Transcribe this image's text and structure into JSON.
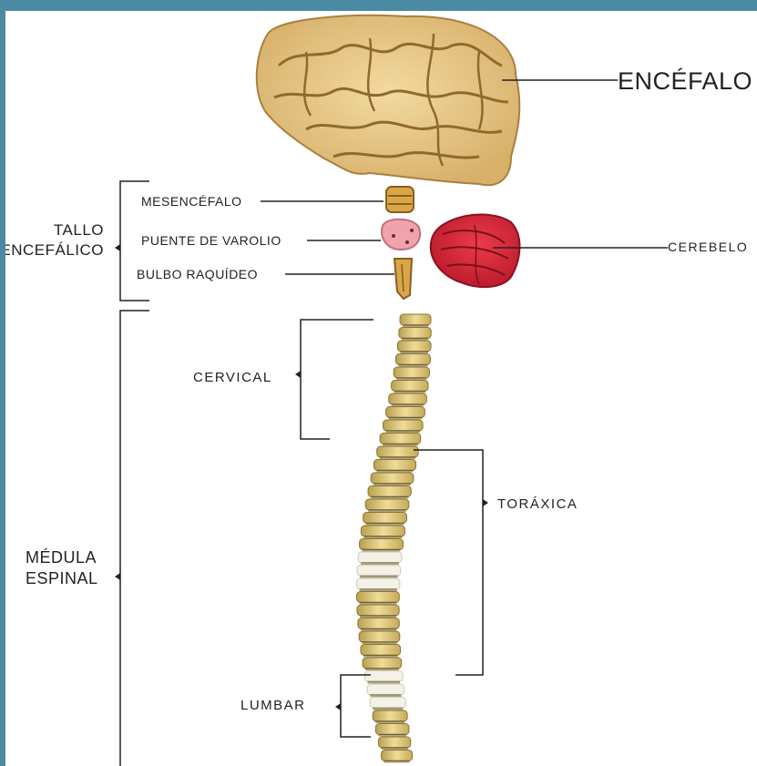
{
  "labels": {
    "encefalo": "ENCÉFALO",
    "tallo_line1": "TALLO",
    "tallo_line2": "ENCEFÁLICO",
    "mesencefalo": "MESENCÉFALO",
    "puente": "PUENTE DE VAROLIO",
    "bulbo": "BULBO RAQUÍDEO",
    "cerebelo": "CEREBELO",
    "cervical": "CERVICAL",
    "toraxica": "TORÁXICA",
    "medula_line1": "MÉDULA",
    "medula_line2": "ESPINAL",
    "lumbar": "LUMBAR"
  },
  "colors": {
    "frame": "#4a8aa3",
    "brain": "#e9c98a",
    "cerebellum": "#d92a3a",
    "pons": "#f0a3ad",
    "vertebra": "#d8c070",
    "line": "#222222"
  }
}
